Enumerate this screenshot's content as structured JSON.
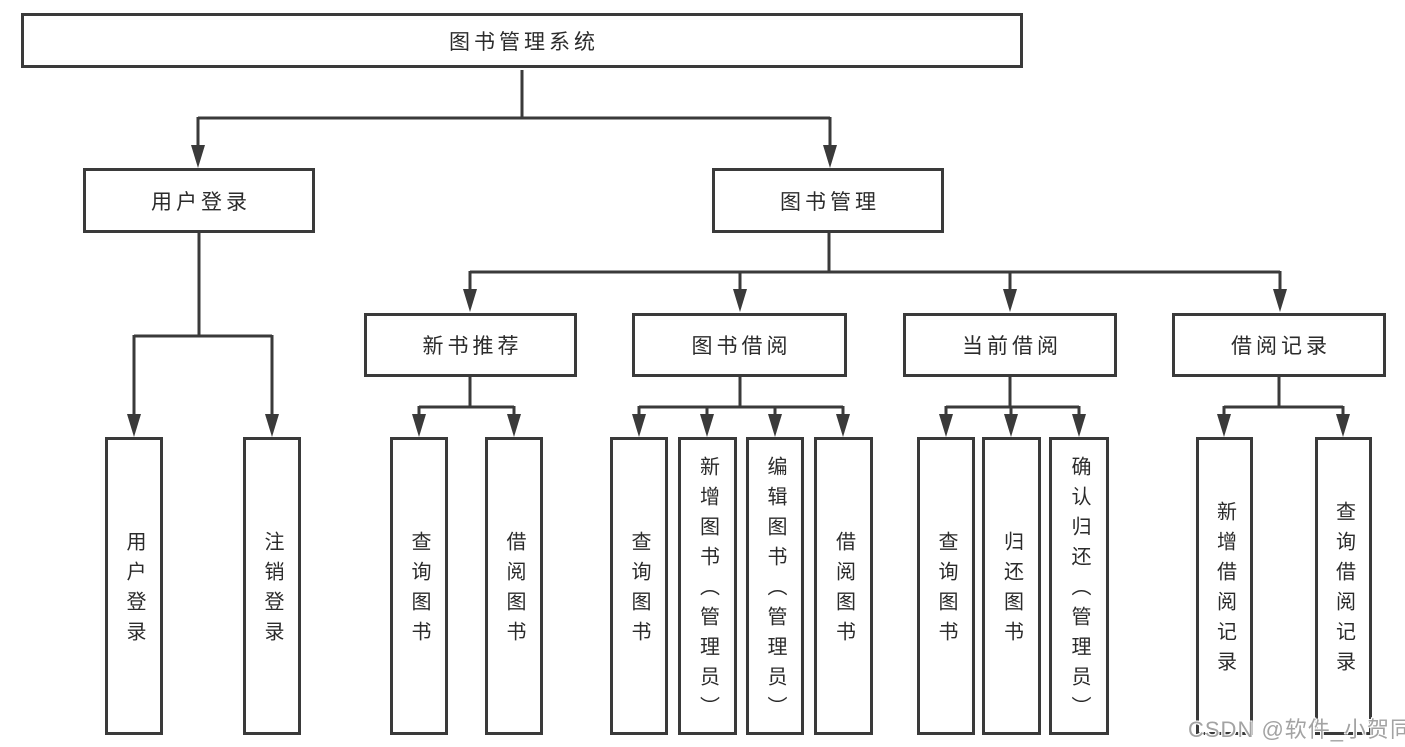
{
  "root": {
    "label": "图书管理系统",
    "children": [
      {
        "label": "用户登录",
        "children": [
          {
            "label": "用户登录"
          },
          {
            "label": "注销登录"
          }
        ]
      },
      {
        "label": "图书管理",
        "children": [
          {
            "label": "新书推荐",
            "children": [
              {
                "label": "查询图书"
              },
              {
                "label": "借阅图书"
              }
            ]
          },
          {
            "label": "图书借阅",
            "children": [
              {
                "label": "查询图书"
              },
              {
                "label": "新增图书（管理员）"
              },
              {
                "label": "编辑图书（管理员）"
              },
              {
                "label": "借阅图书"
              }
            ]
          },
          {
            "label": "当前借阅",
            "children": [
              {
                "label": "查询图书"
              },
              {
                "label": "归还图书"
              },
              {
                "label": "确认归还（管理员）"
              }
            ]
          },
          {
            "label": "借阅记录",
            "children": [
              {
                "label": "新增借阅记录"
              },
              {
                "label": "查询借阅记录"
              }
            ]
          }
        ]
      }
    ]
  },
  "watermark": {
    "text": "CSDN @软件_小贺同学"
  },
  "colors": {
    "line": "#3a3a3a",
    "box_border": "#3a3a3a",
    "box_fill": "#ffffff",
    "text": "#2b2b2b",
    "watermark": "#a3a3a3",
    "background": "#ffffff"
  }
}
